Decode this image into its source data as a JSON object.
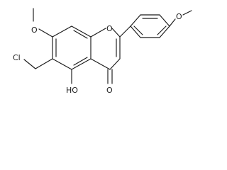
{
  "molecule": {
    "atom_labels": {
      "ring_oxygen": "O",
      "methoxy7_oxygen": "O",
      "methoxy_aryl_oxygen": "O",
      "chlorine": "Cl",
      "hydroxy": "HO",
      "carbonyl_oxygen": "O"
    },
    "colors": {
      "ink": "#1a1a1a",
      "background": "#ffffff"
    }
  }
}
